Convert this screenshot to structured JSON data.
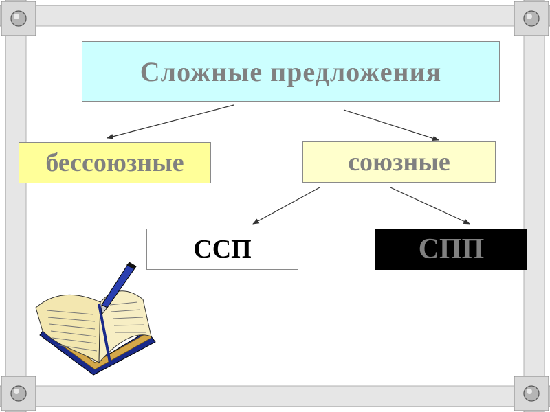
{
  "title": "Сложные предложения",
  "branches": {
    "left": "бессоюзные",
    "right": "союзные"
  },
  "subbranches": {
    "left": "ССП",
    "right": "СПП"
  },
  "colors": {
    "title_bg": "#ccffff",
    "title_text": "#808080",
    "bessoyuz_bg": "#ffff99",
    "bessoyuz_text": "#808080",
    "soyuz_bg": "#ffffcc",
    "soyuz_text": "#808080",
    "ssp_bg": "#ffffff",
    "ssp_text": "#000000",
    "spp_bg": "#000000",
    "spp_text": "#808080",
    "frame": "#e0e0e0"
  },
  "icons": [
    "open-book-with-pen-icon",
    "frame-bolt-icon"
  ]
}
